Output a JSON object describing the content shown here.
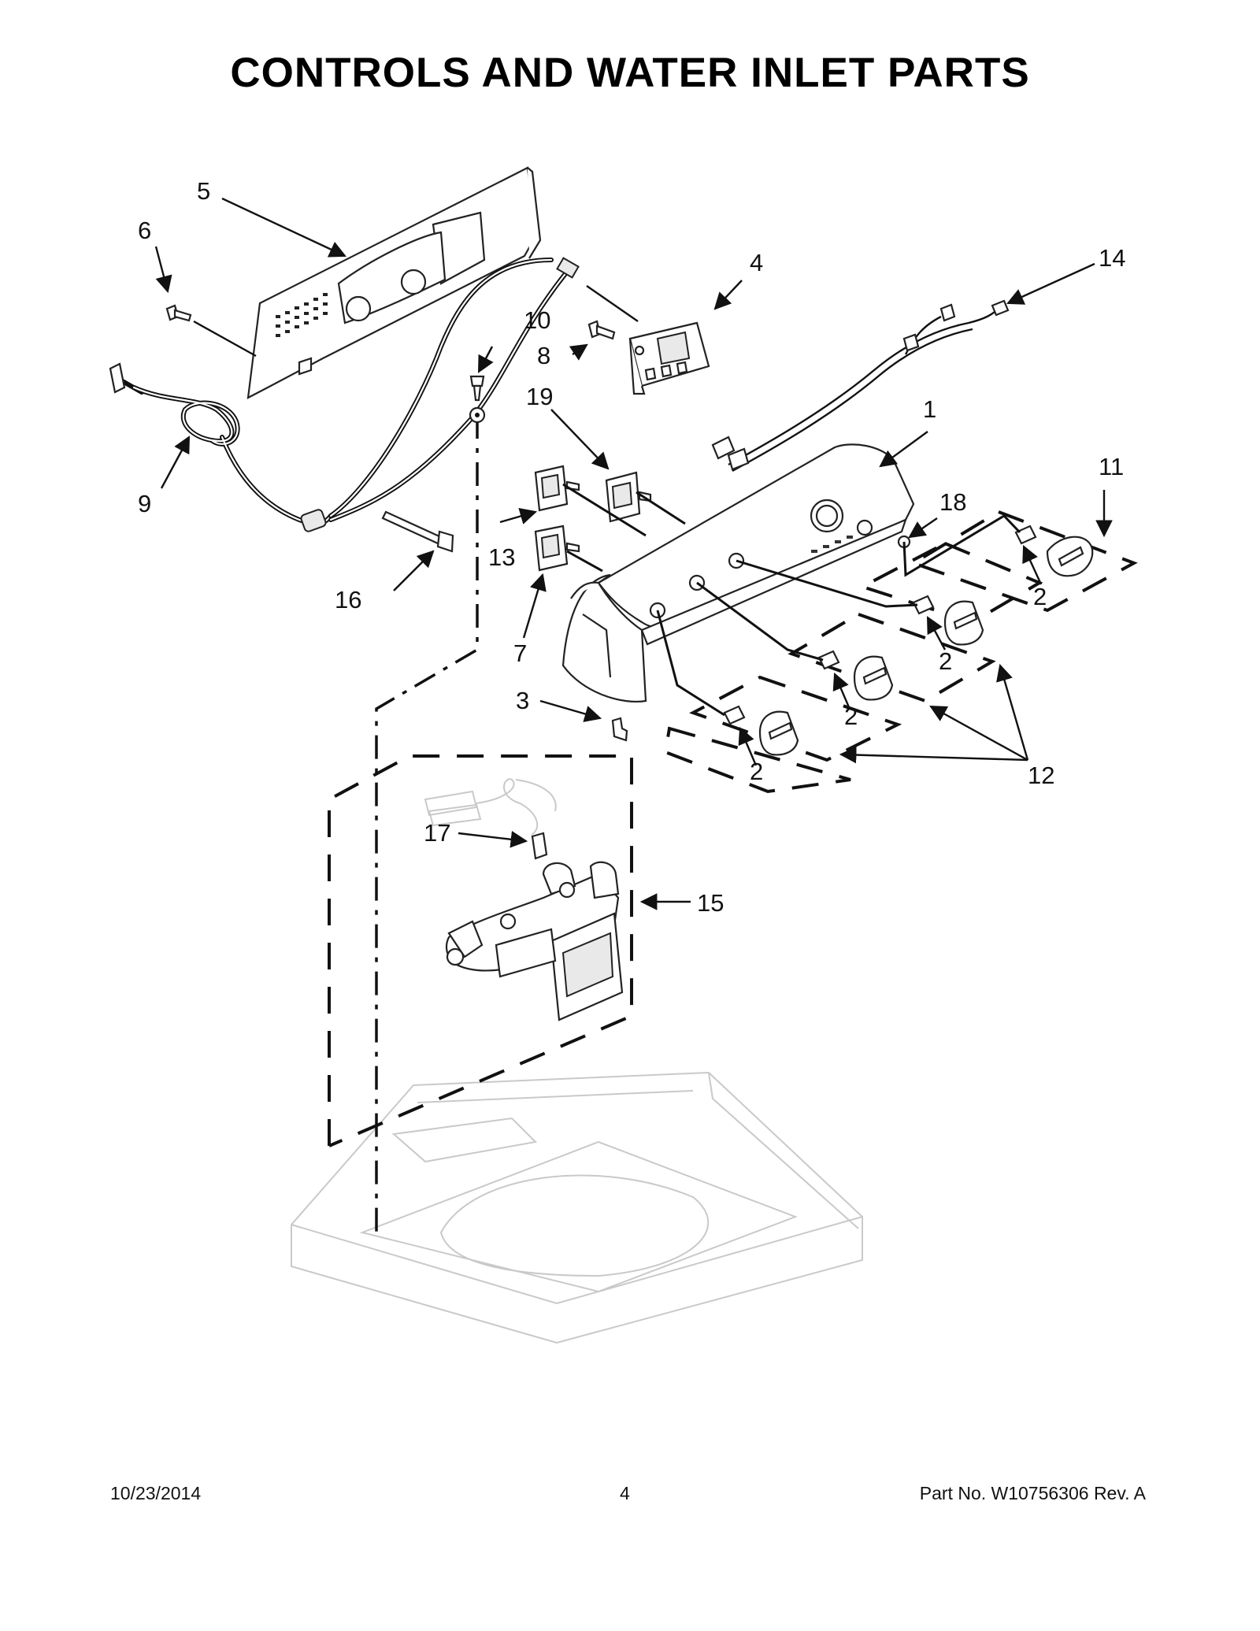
{
  "page": {
    "title": "CONTROLS AND WATER INLET PARTS",
    "date": "10/23/2014",
    "page_number": "4",
    "part_number": "Part No.  W10756306  Rev.  A"
  },
  "callouts": [
    {
      "id": "c1",
      "label": "1"
    },
    {
      "id": "c2a",
      "label": "2"
    },
    {
      "id": "c2b",
      "label": "2"
    },
    {
      "id": "c2c",
      "label": "2"
    },
    {
      "id": "c2d",
      "label": "2"
    },
    {
      "id": "c3",
      "label": "3"
    },
    {
      "id": "c4",
      "label": "4"
    },
    {
      "id": "c5",
      "label": "5"
    },
    {
      "id": "c6",
      "label": "6"
    },
    {
      "id": "c7",
      "label": "7"
    },
    {
      "id": "c8",
      "label": "8"
    },
    {
      "id": "c9",
      "label": "9"
    },
    {
      "id": "c10",
      "label": "10"
    },
    {
      "id": "c11",
      "label": "11"
    },
    {
      "id": "c12",
      "label": "12"
    },
    {
      "id": "c13",
      "label": "13"
    },
    {
      "id": "c14",
      "label": "14"
    },
    {
      "id": "c15",
      "label": "15"
    },
    {
      "id": "c16",
      "label": "16"
    },
    {
      "id": "c17",
      "label": "17"
    },
    {
      "id": "c18",
      "label": "18"
    },
    {
      "id": "c19",
      "label": "19"
    }
  ]
}
